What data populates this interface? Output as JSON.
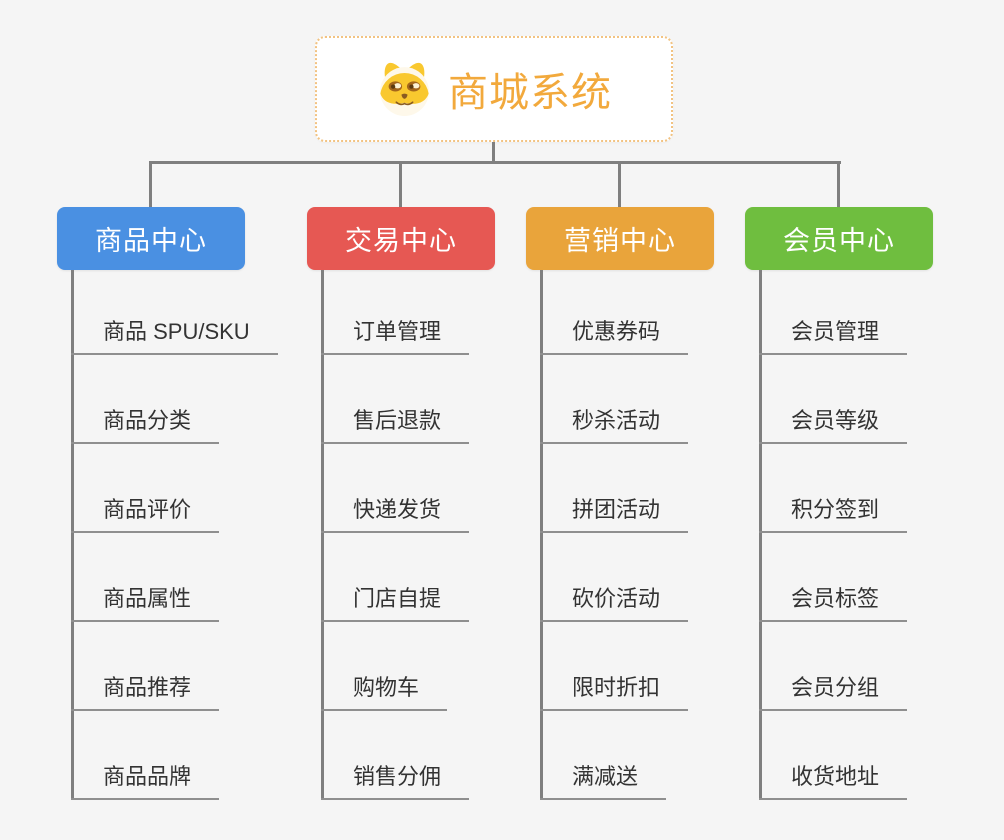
{
  "root": {
    "title": "商城系统",
    "icon": "doge-face-icon"
  },
  "branches": [
    {
      "label": "商品中心",
      "color": "#4A90E2",
      "items": [
        "商品 SPU/SKU",
        "商品分类",
        "商品评价",
        "商品属性",
        "商品推荐",
        "商品品牌"
      ]
    },
    {
      "label": "交易中心",
      "color": "#E65853",
      "items": [
        "订单管理",
        "售后退款",
        "快递发货",
        "门店自提",
        "购物车",
        "销售分佣"
      ]
    },
    {
      "label": "营销中心",
      "color": "#E9A43B",
      "items": [
        "优惠券码",
        "秒杀活动",
        "拼团活动",
        "砍价活动",
        "限时折扣",
        "满减送"
      ]
    },
    {
      "label": "会员中心",
      "color": "#6FBE3F",
      "items": [
        "会员管理",
        "会员等级",
        "积分签到",
        "会员标签",
        "会员分组",
        "收货地址"
      ]
    }
  ],
  "colors": {
    "background": "#F5F5F5",
    "connector": "#7F7F7F",
    "leaf_underline": "#8F8F8F",
    "leaf_text": "#333333",
    "root_text": "#F2A93C",
    "root_border": "#F2C382",
    "root_background": "#FFFFFF"
  }
}
